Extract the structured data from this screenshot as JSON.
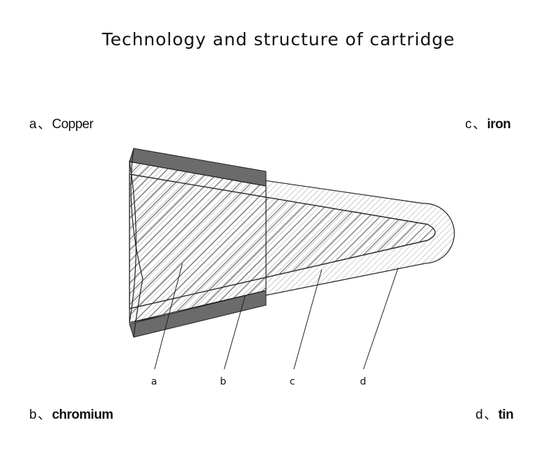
{
  "title": "Technology and structure of cartridge",
  "legend": {
    "a": {
      "letter": "a",
      "sep": "、",
      "name": "Copper"
    },
    "b": {
      "letter": "b",
      "sep": "、",
      "name": "chromium"
    },
    "c": {
      "letter": "c",
      "sep": "、",
      "name": "iron"
    },
    "d": {
      "letter": "d",
      "sep": "、",
      "name": "tin"
    }
  },
  "callouts": [
    "a",
    "b",
    "c",
    "d"
  ],
  "colors": {
    "chromium_band": "#6b6b6b",
    "hatch": "#8a8a8a",
    "outline": "#222222"
  }
}
